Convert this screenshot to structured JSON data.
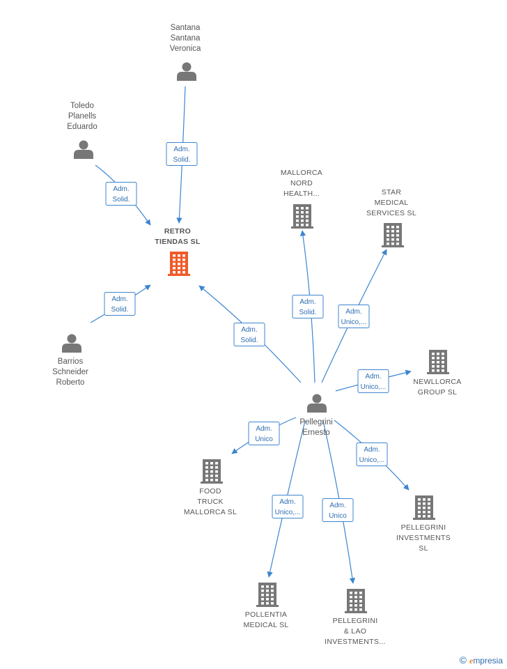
{
  "diagram": {
    "colors": {
      "edge": "#3d85d0",
      "node": "#777777",
      "highlight": "#f05a28",
      "label": "#555555"
    },
    "nodes": [
      {
        "id": "retro",
        "type": "company",
        "highlight": true,
        "label": [
          "RETRO",
          "TIENDAS  SL"
        ]
      },
      {
        "id": "santana",
        "type": "person",
        "label": [
          "Santana",
          "Santana",
          "Veronica"
        ]
      },
      {
        "id": "toledo",
        "type": "person",
        "label": [
          "Toledo",
          "Planells",
          "Eduardo"
        ]
      },
      {
        "id": "barrios",
        "type": "person",
        "label": [
          "Barrios",
          "Schneider",
          "Roberto"
        ]
      },
      {
        "id": "pellegrini",
        "type": "person",
        "label": [
          "Pellegrini",
          "Ernesto"
        ]
      },
      {
        "id": "mallorca_nord",
        "type": "company",
        "label": [
          "MALLORCA",
          "NORD",
          "HEALTH..."
        ]
      },
      {
        "id": "star",
        "type": "company",
        "label": [
          "STAR",
          "MEDICAL",
          "SERVICES  SL"
        ]
      },
      {
        "id": "newllorca",
        "type": "company",
        "label": [
          "NEWLLORCA",
          "GROUP  SL"
        ]
      },
      {
        "id": "food_truck",
        "type": "company",
        "label": [
          "FOOD",
          "TRUCK",
          "MALLORCA  SL"
        ]
      },
      {
        "id": "pellegrini_inv",
        "type": "company",
        "label": [
          "PELLEGRINI",
          "INVESTMENTS",
          "SL"
        ]
      },
      {
        "id": "pollentia",
        "type": "company",
        "label": [
          "POLLENTIA",
          "MEDICAL  SL"
        ]
      },
      {
        "id": "pellegrini_lao",
        "type": "company",
        "label": [
          "PELLEGRINI",
          "& LAO",
          "INVESTMENTS..."
        ]
      }
    ],
    "edges": [
      {
        "from": "santana",
        "to": "retro",
        "label": [
          "Adm.",
          "Solid."
        ]
      },
      {
        "from": "toledo",
        "to": "retro",
        "label": [
          "Adm.",
          "Solid."
        ]
      },
      {
        "from": "barrios",
        "to": "retro",
        "label": [
          "Adm.",
          "Solid."
        ]
      },
      {
        "from": "pellegrini",
        "to": "retro",
        "label": [
          "Adm.",
          "Solid."
        ]
      },
      {
        "from": "pellegrini",
        "to": "mallorca_nord",
        "label": [
          "Adm.",
          "Solid."
        ]
      },
      {
        "from": "pellegrini",
        "to": "star",
        "label": [
          "Adm.",
          "Unico,..."
        ]
      },
      {
        "from": "pellegrini",
        "to": "newllorca",
        "label": [
          "Adm.",
          "Unico,..."
        ]
      },
      {
        "from": "pellegrini",
        "to": "food_truck",
        "label": [
          "Adm.",
          "Unico"
        ]
      },
      {
        "from": "pellegrini",
        "to": "pellegrini_inv",
        "label": [
          "Adm.",
          "Unico,..."
        ]
      },
      {
        "from": "pellegrini",
        "to": "pollentia",
        "label": [
          "Adm.",
          "Unico,..."
        ]
      },
      {
        "from": "pellegrini",
        "to": "pellegrini_lao",
        "label": [
          "Adm.",
          "Unico"
        ]
      }
    ]
  },
  "footer": {
    "copyright_symbol": "©",
    "brand_initial": "e",
    "brand_rest": "mpresia"
  }
}
